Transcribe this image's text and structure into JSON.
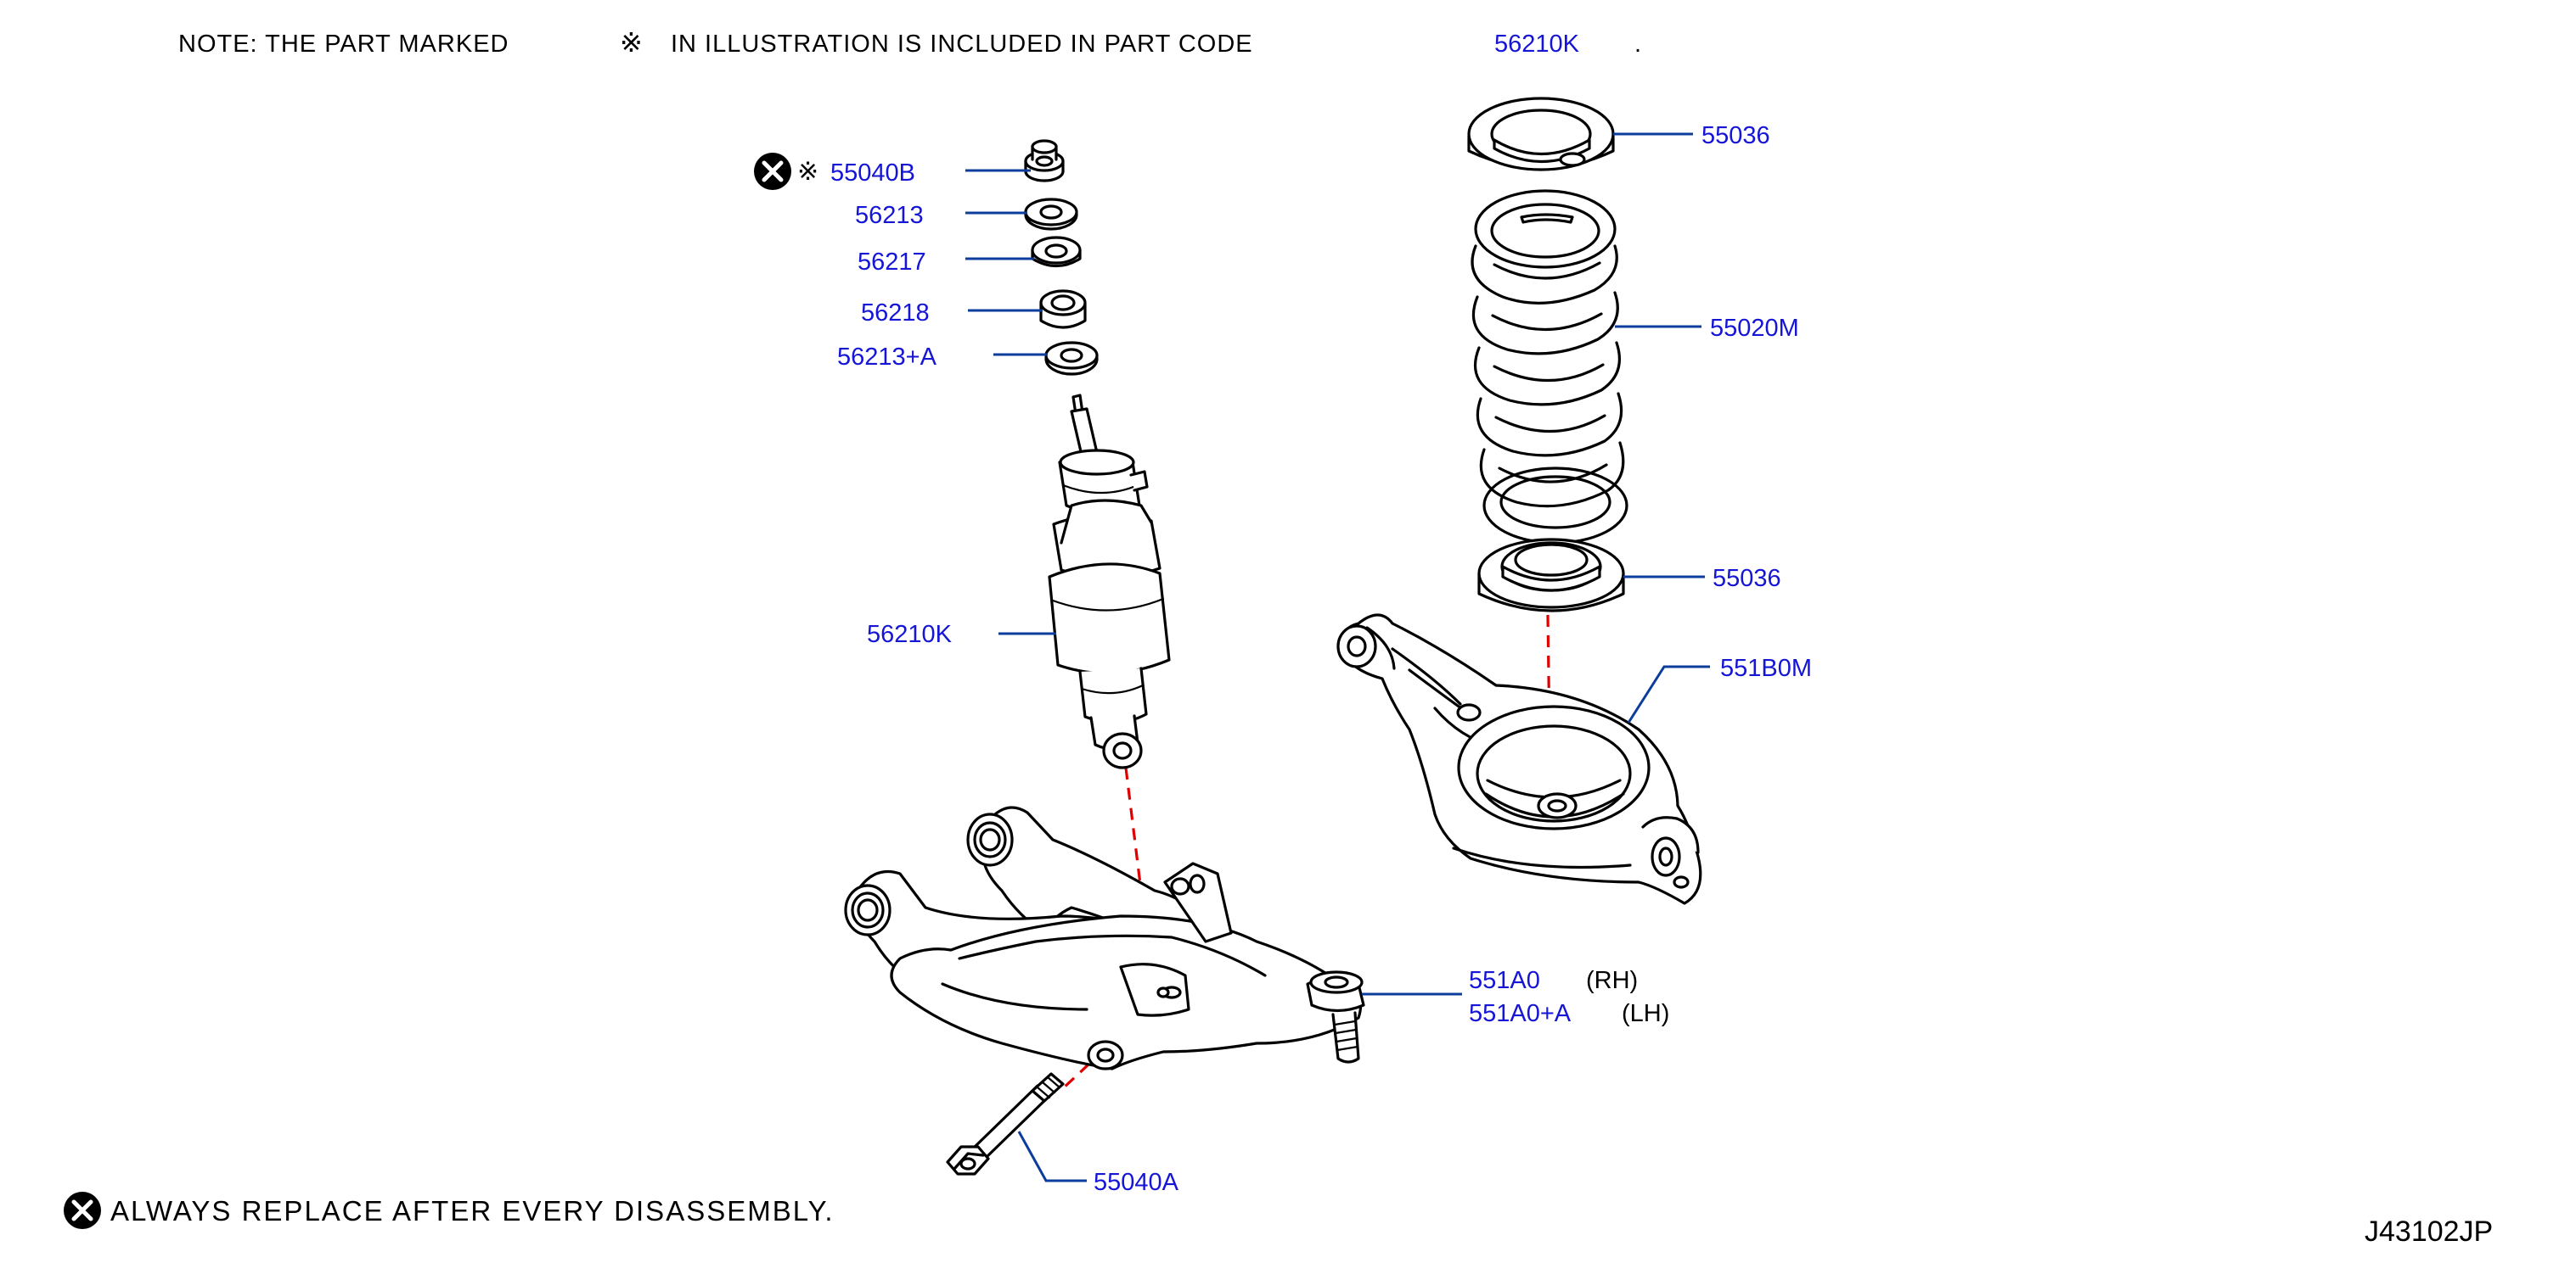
{
  "note": {
    "prefix": "NOTE:  THE  PART  MARKED",
    "symbol": "※",
    "middle": "IN  ILLUSTRATION  IS  INCLUDED  IN  PART  CODE",
    "code": "56210K",
    "period": "."
  },
  "symbols": {
    "replace_icon": "circled-x-icon",
    "included_mark": "※"
  },
  "parts": {
    "p55040B": "55040B",
    "p56213": "56213",
    "p56217": "56217",
    "p56218": "56218",
    "p56213A": "56213+A",
    "p56210K": "56210K",
    "p55036_top": "55036",
    "p55020M": "55020M",
    "p55036_bottom": "55036",
    "p551B0M": "551B0M",
    "p551A0": "551A0",
    "p551A0_side": "(RH)",
    "p551A0A": "551A0+A",
    "p551A0A_side": "(LH)",
    "p55040A": "55040A"
  },
  "footer": {
    "text": "ALWAYS  REPLACE  AFTER  EVERY  DISASSEMBLY.",
    "diagram_code": "J43102JP"
  },
  "colors": {
    "label": "#1515d6",
    "leader": "#0b3d9c",
    "centerline": "#e00000"
  }
}
